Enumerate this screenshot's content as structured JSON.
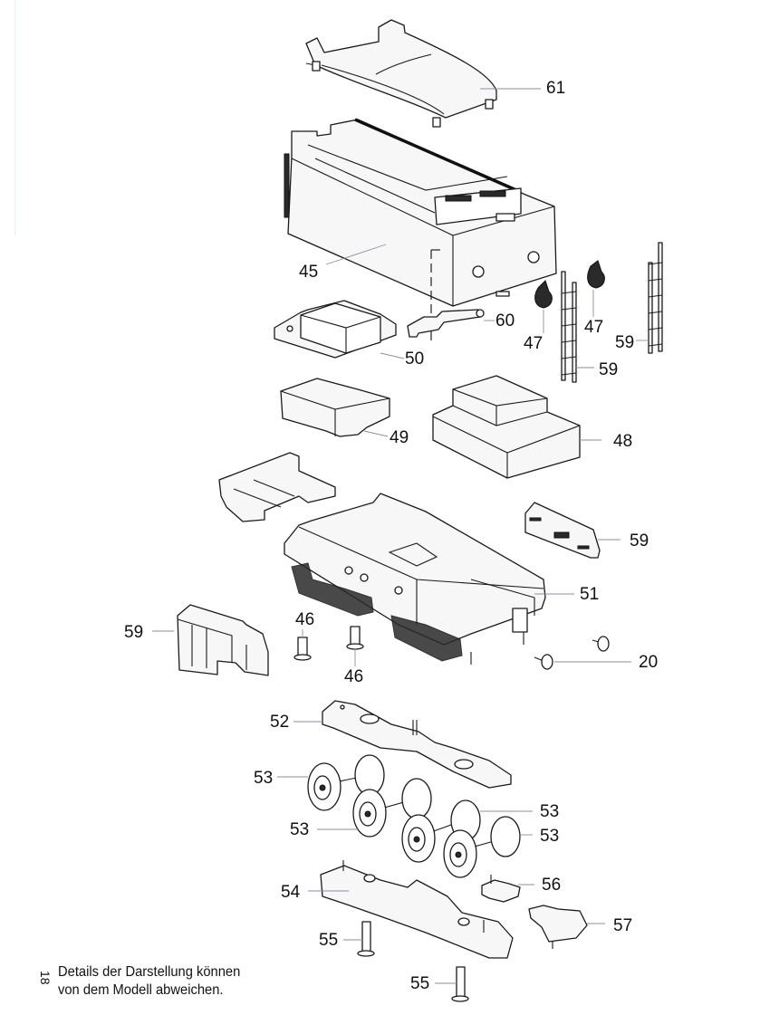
{
  "diagram": {
    "title": "Tender exploded view",
    "parts": [
      {
        "id": "cover",
        "label": "61"
      },
      {
        "id": "tender-body",
        "label": "45"
      },
      {
        "id": "lamp-left",
        "label": "47"
      },
      {
        "id": "lamp-right",
        "label": "47"
      },
      {
        "id": "ladder-left",
        "label": "59"
      },
      {
        "id": "ladder-right",
        "label": "59"
      },
      {
        "id": "bracket",
        "label": "60"
      },
      {
        "id": "weight-top",
        "label": "50"
      },
      {
        "id": "weight-middle",
        "label": "49"
      },
      {
        "id": "weight-large",
        "label": "48"
      },
      {
        "id": "rear-plate",
        "label": "59"
      },
      {
        "id": "chassis",
        "label": "51"
      },
      {
        "id": "front-buffer",
        "label": "59"
      },
      {
        "id": "screw-a",
        "label": "46"
      },
      {
        "id": "screw-b",
        "label": "46"
      },
      {
        "id": "buffers",
        "label": "20"
      },
      {
        "id": "bogie-frame-top",
        "label": "52"
      },
      {
        "id": "wheelset-1",
        "label": "53"
      },
      {
        "id": "wheelset-2",
        "label": "53"
      },
      {
        "id": "wheelset-3",
        "label": "53"
      },
      {
        "id": "wheelset-4",
        "label": "53"
      },
      {
        "id": "bogie-frame-bottom",
        "label": "54"
      },
      {
        "id": "coupler-spring",
        "label": "56"
      },
      {
        "id": "coupler",
        "label": "57"
      },
      {
        "id": "pin-a",
        "label": "55"
      },
      {
        "id": "pin-b",
        "label": "55"
      }
    ]
  },
  "footer": {
    "note_line1": "Details der Darstellung können",
    "note_line2": "von dem Modell abweichen.",
    "page_number": "18"
  },
  "colors": {
    "ink": "#1a1a1a",
    "leader": "#8a8fa6",
    "paper": "#ffffff"
  }
}
